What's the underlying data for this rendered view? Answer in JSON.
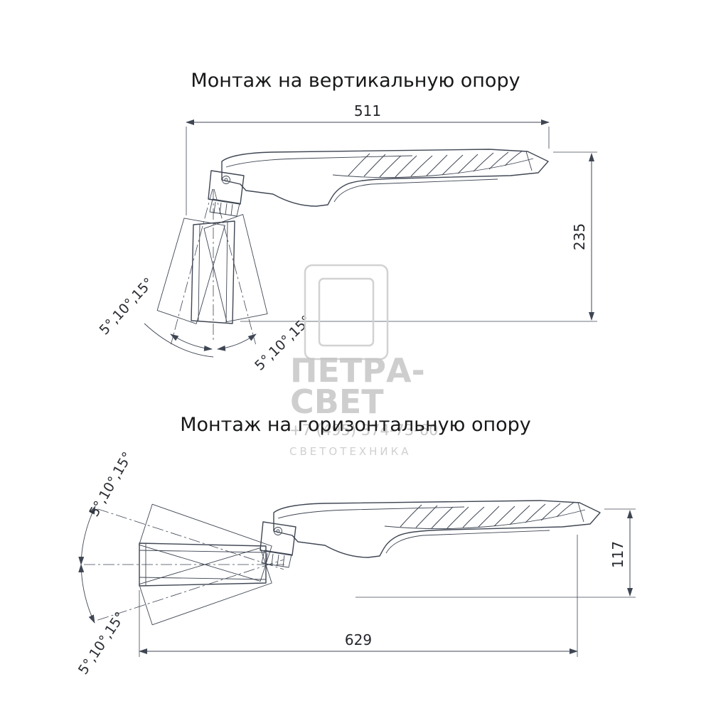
{
  "titles": {
    "vertical": "Монтаж на вертикальную опору",
    "horizontal": "Монтаж на горизонтальную опору"
  },
  "dimensions": {
    "vertical": {
      "width": "511",
      "height": "235"
    },
    "horizontal": {
      "width": "629",
      "height": "117"
    }
  },
  "angles": {
    "label": "5°,10°,15°"
  },
  "watermark": {
    "line1": "ПЕТРА-",
    "line2": "СВЕТ",
    "phone": "+7 (495) 374-73-60",
    "tagline": "СВЕТОТЕХНИКА"
  },
  "colors": {
    "line": "#3f4653",
    "text": "#23262b",
    "watermark": "#c6c6c6",
    "background": "#ffffff"
  }
}
